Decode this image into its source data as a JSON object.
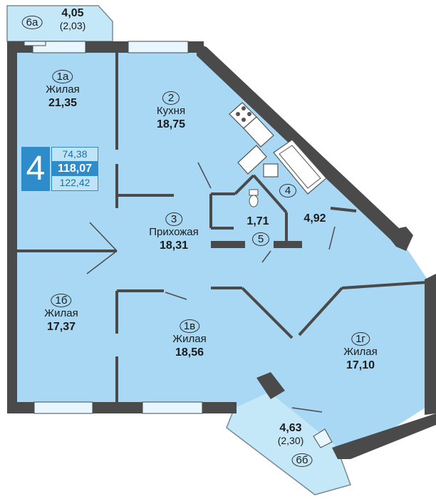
{
  "badge": {
    "rooms": "4",
    "living_area": "74,38",
    "total_area": "118,07",
    "total_with_balconies": "122,42"
  },
  "rooms": {
    "r1a": {
      "num": "1а",
      "name": "Жилая",
      "area": "21,35"
    },
    "r1b": {
      "num": "1б",
      "name": "Жилая",
      "area": "17,37"
    },
    "r1v": {
      "num": "1в",
      "name": "Жилая",
      "area": "18,56"
    },
    "r1g": {
      "num": "1г",
      "name": "Жилая",
      "area": "17,10"
    },
    "r2": {
      "num": "2",
      "name": "Кухня",
      "area": "18,75"
    },
    "r3": {
      "num": "3",
      "name": "Прихожая",
      "area": "18,31"
    },
    "r4": {
      "num": "4",
      "area": "4,92"
    },
    "r5": {
      "num": "5",
      "area": "1,71"
    },
    "r6a": {
      "num": "6а",
      "area": "4,05",
      "reduced": "(2,03)"
    },
    "r6b": {
      "num": "6б",
      "area": "4,63",
      "reduced": "(2,30)"
    }
  },
  "colors": {
    "floor": "#a8d8f3",
    "balcony": "#c4e8f8",
    "wall": "#4a4a4a",
    "accent": "#2f8ccb",
    "window": "#e8f7ff"
  }
}
